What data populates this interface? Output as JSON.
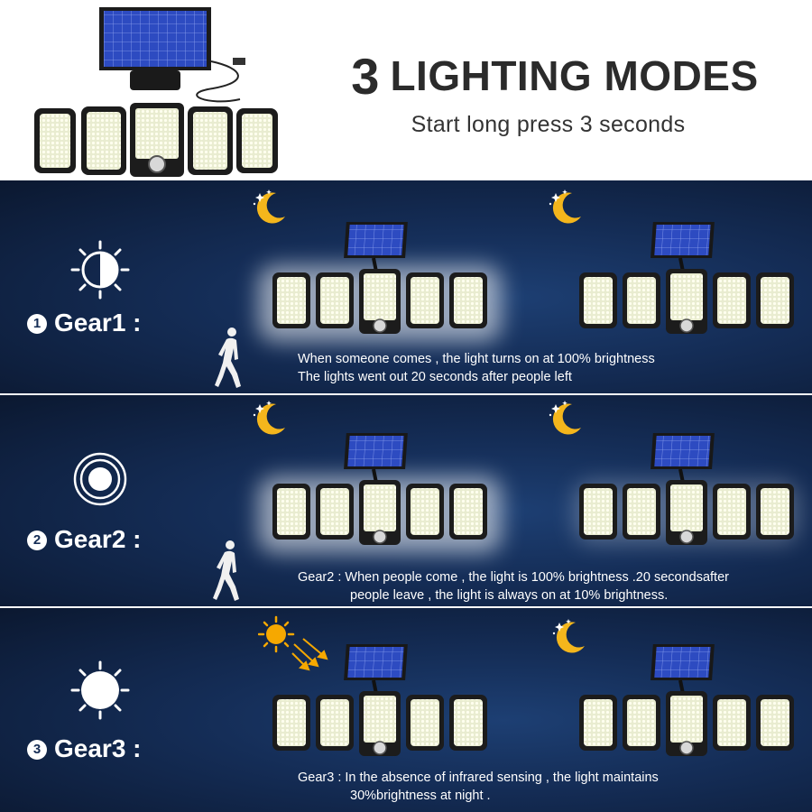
{
  "header": {
    "title_number": "3",
    "title_text": "LIGHTING MODES",
    "subtitle": "Start long press 3 seconds"
  },
  "modes": [
    {
      "badge": "1",
      "label": "Gear1 :",
      "icon": "half-sun-icon",
      "lines": [
        "When someone comes , the light turns on at 100% brightness",
        "The lights went out 20 seconds after people left"
      ]
    },
    {
      "badge": "2",
      "label": "Gear2 :",
      "icon": "concentric-circles-icon",
      "lines": [
        "Gear2 : When people come , the light is 100% brightness .20 secondsafter",
        "people leave , the light is always on at 10% brightness."
      ]
    },
    {
      "badge": "3",
      "label": "Gear3 :",
      "icon": "full-sun-icon",
      "lines": [
        "Gear3 : In the absence of infrared sensing , the light maintains",
        "30%brightness at night ."
      ]
    }
  ],
  "colors": {
    "band": "#142c55",
    "moon": "#f4b61c",
    "sun": "#f6a800",
    "led": "#fbfbe6",
    "panel": "#2a47b8"
  }
}
